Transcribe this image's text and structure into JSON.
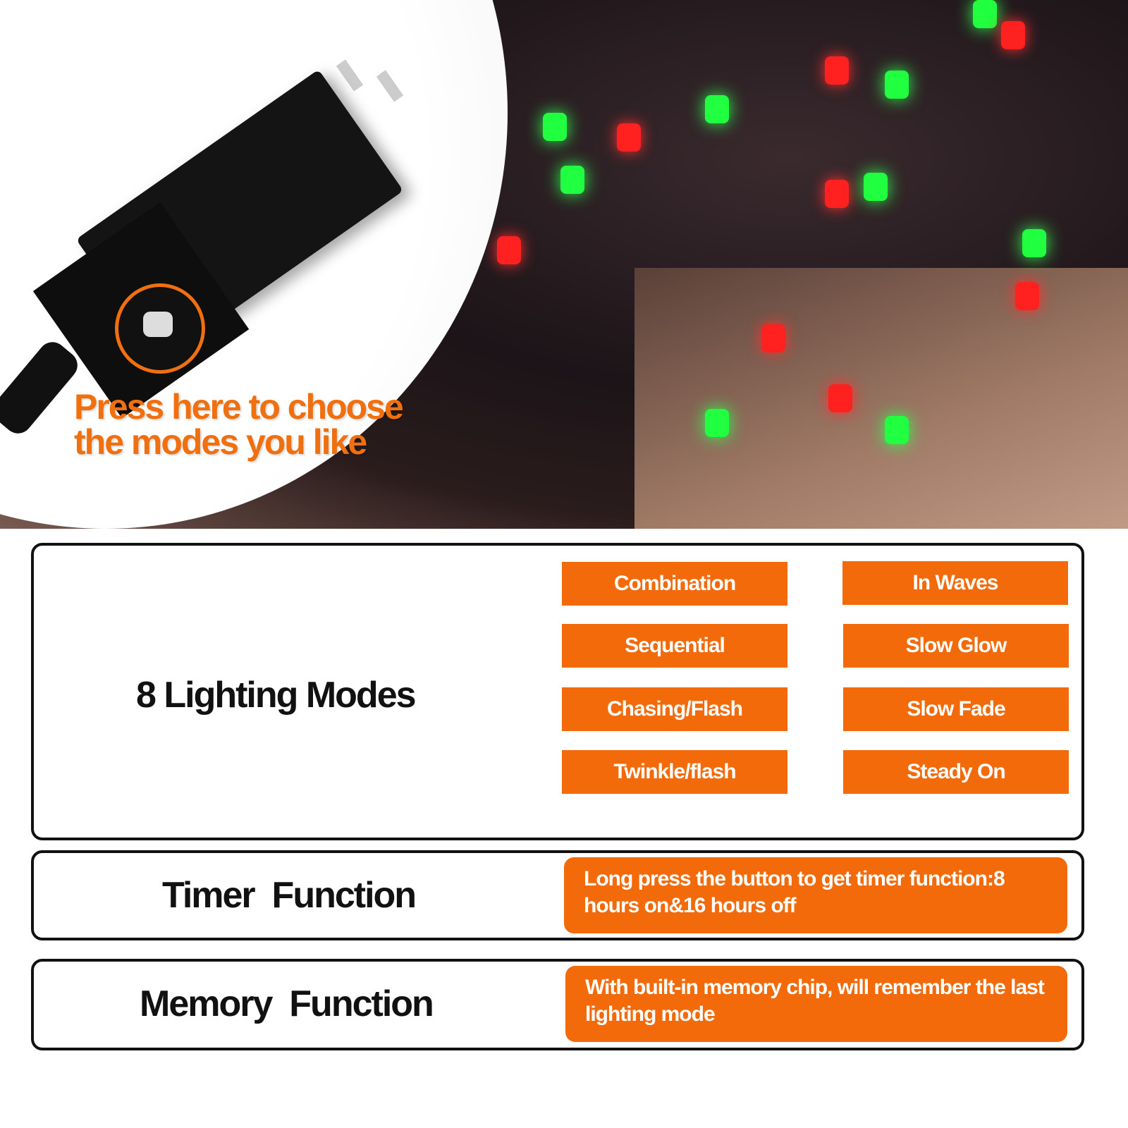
{
  "callout": {
    "line1": "Press here to choose",
    "line2": "the modes you like"
  },
  "modes": {
    "title": "8 Lighting Modes",
    "items": [
      "Combination",
      "In Waves",
      "Sequential",
      "Slow Glow",
      "Chasing/Flash",
      "Slow Fade",
      "Twinkle/flash",
      "Steady On"
    ]
  },
  "timer": {
    "title": "Timer  Function",
    "description": "Long press the button to get timer function:8 hours on&16 hours off"
  },
  "memory": {
    "title": "Memory  Function",
    "description": "With built-in memory chip, will remember the last lighting mode"
  },
  "colors": {
    "accent": "#f26a0a",
    "border": "#111111"
  }
}
